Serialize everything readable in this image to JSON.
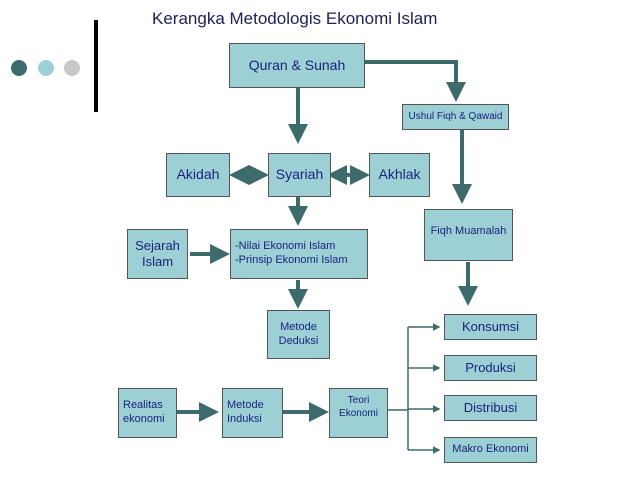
{
  "title": "Kerangka Metodologis Ekonomi Islam",
  "colors": {
    "box_fill": "#9dd0d4",
    "arrow": "#3d6b6b",
    "text": "#1a237e",
    "dot1": "#3d6b6b",
    "dot2": "#9dd0d4",
    "dot3": "#c8c8c8"
  },
  "boxes": {
    "quran": "Quran & Sunah",
    "ushul": "Ushul Fiqh & Qawaid",
    "akidah": "Akidah",
    "syariah": "Syariah",
    "akhlak": "Akhlak",
    "sejarah": "Sejarah\nIslam",
    "nilai": "-Nilai Ekonomi Islam\n-Prinsip Ekonomi Islam",
    "fiqh": "Fiqh Muamalah",
    "deduksi": "Metode\nDeduksi",
    "konsumsi": "Konsumsi",
    "produksi": "Produksi",
    "realitas": "Realitas\nekonomi",
    "induksi": "Metode\nInduksi",
    "teori": "Teori\nEkonomi",
    "distribusi": "Distribusi",
    "makro": "Makro Ekonomi"
  }
}
